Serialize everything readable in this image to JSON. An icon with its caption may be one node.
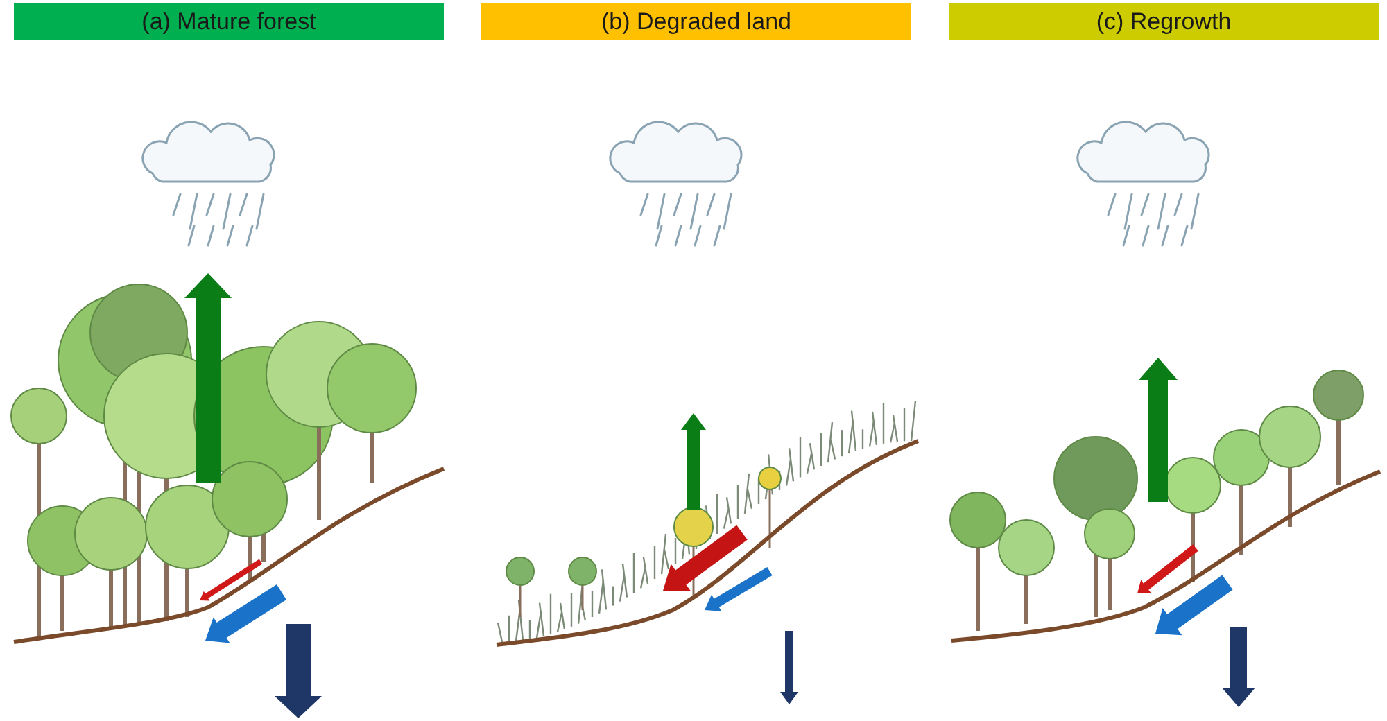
{
  "diagram": {
    "nodes": [
      {
        "text": [
          "(a) Mature forest"
        ]
      },
      {
        "text": [
          "(b) Degraded land"
        ]
      },
      {
        "text": [
          "(c) Regrowth"
        ]
      }
    ]
  }
}
